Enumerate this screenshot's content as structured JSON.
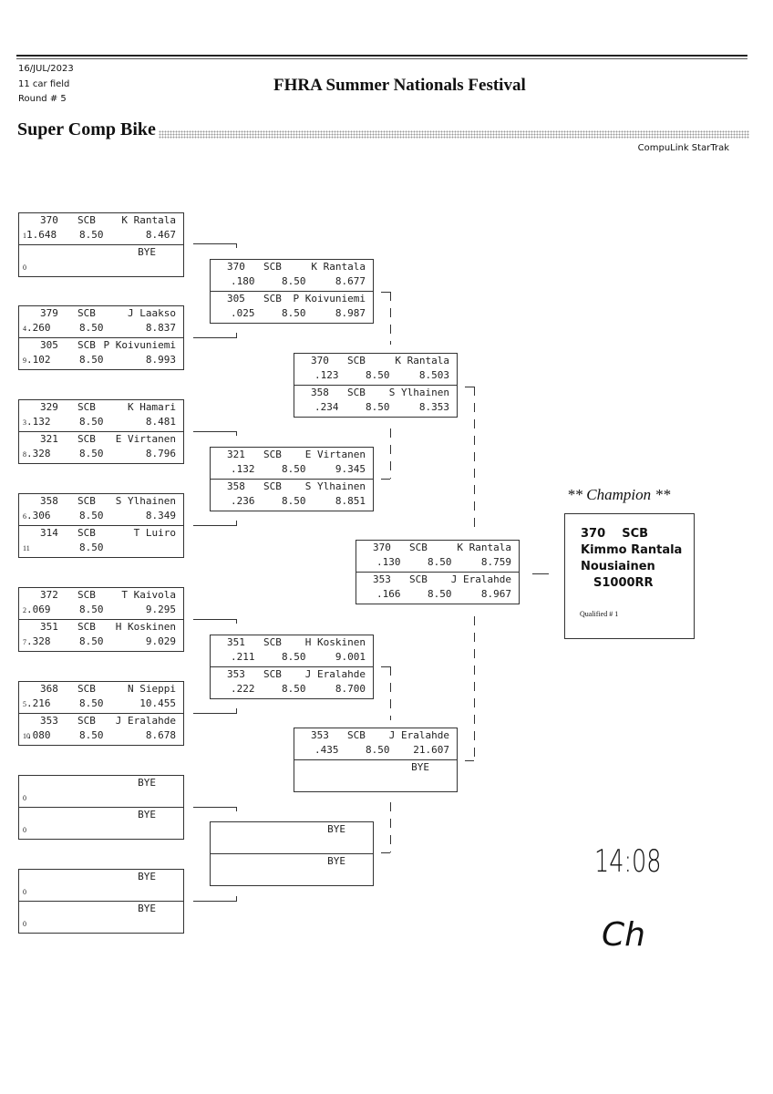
{
  "header": {
    "date": "16/JUL/2023",
    "field": "11 car field",
    "round": "Round # 5",
    "event_title": "FHRA Summer Nationals Festival",
    "category": "Super Comp Bike",
    "software": "CompuLink StarTrak"
  },
  "round1": [
    {
      "top": {
        "num": "370",
        "cls": "SCB",
        "name": "K Rantala",
        "seed": "1",
        "rt": "1.648",
        "dial": "8.50",
        "et": "8.467"
      },
      "bottom": {
        "bye": "BYE",
        "seed": "0"
      }
    },
    {
      "top": {
        "num": "379",
        "cls": "SCB",
        "name": "J Laakso",
        "seed": "4",
        "rt": ".260",
        "dial": "8.50",
        "et": "8.837"
      },
      "bottom": {
        "num": "305",
        "cls": "SCB",
        "name": "P Koivuniemi",
        "seed": "9",
        "rt": ".102",
        "dial": "8.50",
        "et": "8.993"
      }
    },
    {
      "top": {
        "num": "329",
        "cls": "SCB",
        "name": "K Hamari",
        "seed": "3",
        "rt": ".132",
        "dial": "8.50",
        "et": "8.481"
      },
      "bottom": {
        "num": "321",
        "cls": "SCB",
        "name": "E Virtanen",
        "seed": "8",
        "rt": ".328",
        "dial": "8.50",
        "et": "8.796"
      }
    },
    {
      "top": {
        "num": "358",
        "cls": "SCB",
        "name": "S Ylhainen",
        "seed": "6",
        "rt": ".306",
        "dial": "8.50",
        "et": "8.349"
      },
      "bottom": {
        "num": "314",
        "cls": "SCB",
        "name": "T Luiro",
        "seed": "11",
        "rt": "",
        "dial": "8.50",
        "et": ""
      }
    },
    {
      "top": {
        "num": "372",
        "cls": "SCB",
        "name": "T Kaivola",
        "seed": "2",
        "rt": ".069",
        "dial": "8.50",
        "et": "9.295"
      },
      "bottom": {
        "num": "351",
        "cls": "SCB",
        "name": "H Koskinen",
        "seed": "7",
        "rt": ".328",
        "dial": "8.50",
        "et": "9.029"
      }
    },
    {
      "top": {
        "num": "368",
        "cls": "SCB",
        "name": "N Sieppi",
        "seed": "5",
        "rt": ".216",
        "dial": "8.50",
        "et": "10.455"
      },
      "bottom": {
        "num": "353",
        "cls": "SCB",
        "name": "J Eralahde",
        "seed": "10",
        "rt": ".080",
        "dial": "8.50",
        "et": "8.678"
      }
    },
    {
      "top": {
        "bye": "BYE",
        "seed": "0"
      },
      "bottom": {
        "bye": "BYE",
        "seed": "0"
      }
    },
    {
      "top": {
        "bye": "BYE",
        "seed": "0"
      },
      "bottom": {
        "bye": "BYE",
        "seed": "0"
      }
    }
  ],
  "round2": [
    {
      "top": {
        "num": "370",
        "cls": "SCB",
        "name": "K Rantala",
        "rt": ".180",
        "dial": "8.50",
        "et": "8.677"
      },
      "bottom": {
        "num": "305",
        "cls": "SCB",
        "name": "P Koivuniemi",
        "rt": ".025",
        "dial": "8.50",
        "et": "8.987"
      }
    },
    {
      "top": {
        "num": "321",
        "cls": "SCB",
        "name": "E Virtanen",
        "rt": ".132",
        "dial": "8.50",
        "et": "9.345"
      },
      "bottom": {
        "num": "358",
        "cls": "SCB",
        "name": "S Ylhainen",
        "rt": ".236",
        "dial": "8.50",
        "et": "8.851"
      }
    },
    {
      "top": {
        "num": "351",
        "cls": "SCB",
        "name": "H Koskinen",
        "rt": ".211",
        "dial": "8.50",
        "et": "9.001"
      },
      "bottom": {
        "num": "353",
        "cls": "SCB",
        "name": "J Eralahde",
        "rt": ".222",
        "dial": "8.50",
        "et": "8.700"
      }
    },
    {
      "top": {
        "bye": "BYE"
      },
      "bottom": {
        "bye": "BYE"
      }
    }
  ],
  "round3": [
    {
      "top": {
        "num": "370",
        "cls": "SCB",
        "name": "K Rantala",
        "rt": ".123",
        "dial": "8.50",
        "et": "8.503"
      },
      "bottom": {
        "num": "358",
        "cls": "SCB",
        "name": "S Ylhainen",
        "rt": ".234",
        "dial": "8.50",
        "et": "8.353"
      }
    },
    {
      "top": {
        "num": "353",
        "cls": "SCB",
        "name": "J Eralahde",
        "rt": ".435",
        "dial": "8.50",
        "et": "21.607"
      },
      "bottom": {
        "bye": "BYE"
      }
    }
  ],
  "final": {
    "top": {
      "num": "370",
      "cls": "SCB",
      "name": "K Rantala",
      "rt": ".130",
      "dial": "8.50",
      "et": "8.759"
    },
    "bottom": {
      "num": "353",
      "cls": "SCB",
      "name": "J Eralahde",
      "rt": ".166",
      "dial": "8.50",
      "et": "8.967"
    }
  },
  "champion": {
    "heading": "** Champion **",
    "num_class": "370    SCB",
    "name": "Kimmo Rantala",
    "hometown": "Nousiainen",
    "vehicle": "S1000RR",
    "qualified": "Qualified # 1"
  },
  "handwriting": {
    "time": "14:08",
    "initials": "Ch"
  }
}
